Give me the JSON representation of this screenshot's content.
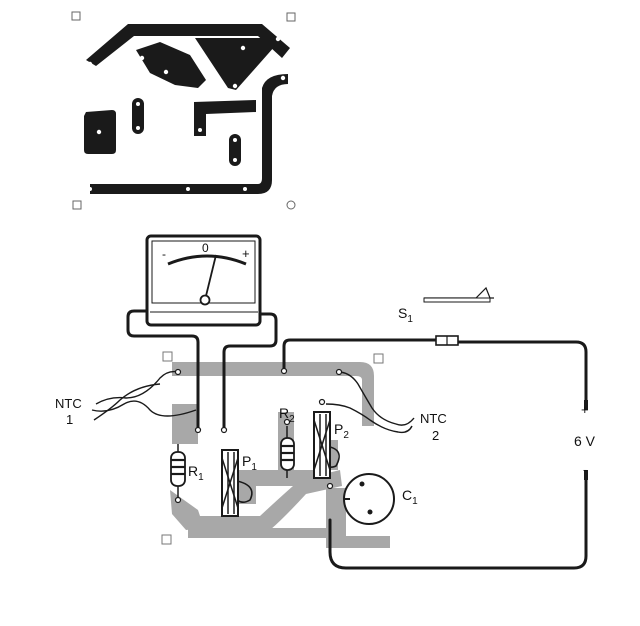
{
  "labels": {
    "ntc1_line1": "NTC",
    "ntc1_line2": "1",
    "ntc2_line1": "NTC",
    "ntc2_line2": "2",
    "s1": "S",
    "s1_sub": "1",
    "r1": "R",
    "r1_sub": "1",
    "r2": "R",
    "r2_sub": "2",
    "p1": "P",
    "p1_sub": "1",
    "p2": "P",
    "p2_sub": "2",
    "c1": "C",
    "c1_sub": "1",
    "battery_plus": "+",
    "battery_voltage": "6 V",
    "battery_minus": "-"
  },
  "meter": {
    "scale_minus": "-",
    "scale_zero": "0",
    "scale_plus": "+"
  },
  "colors": {
    "ink": "#1a1a1a",
    "board": "#a8a8a8"
  }
}
